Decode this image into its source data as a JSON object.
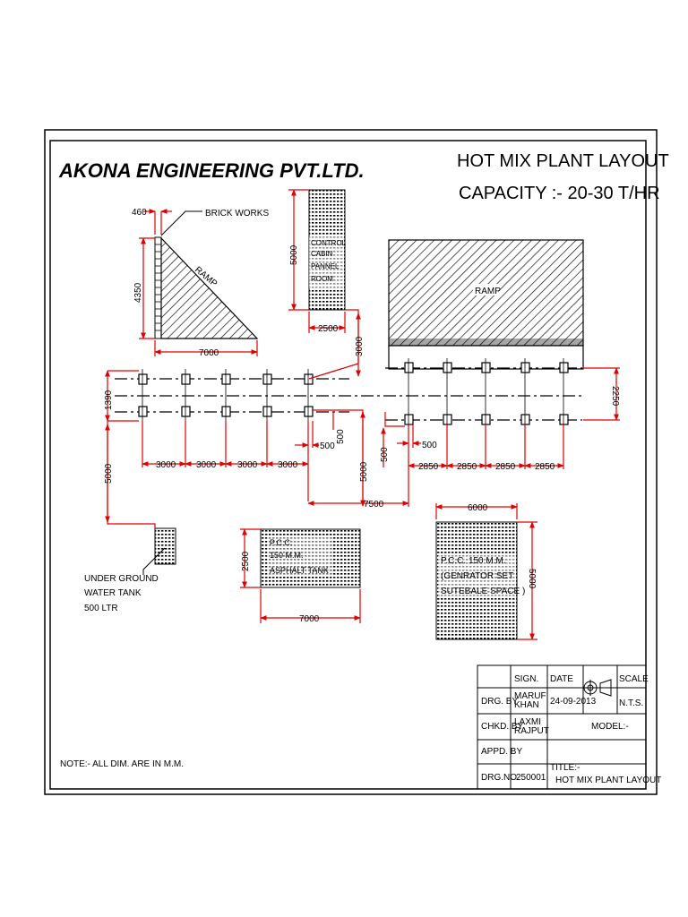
{
  "company": "AKONA ENGINEERING PVT.LTD.",
  "drawing_title": "HOT MIX PLANT LAYOUT",
  "capacity": "CAPACITY :-  20-30 T/HR",
  "labels": {
    "brick_works": "BRICK WORKS",
    "ramp_small": "RAMP",
    "ramp_large": "RAMP",
    "control_cabin": [
      "CONTROL",
      "CABIN",
      "PANNEL",
      "ROOM"
    ],
    "asphalt": [
      "P.C.C.",
      "150 M.M.",
      "ASPHALT TANK"
    ],
    "genset": [
      "P.C.C. 150 M.M.",
      "(GENRATOR SET",
      "SUTEBALE SPACE )"
    ],
    "water_tank": [
      "UNDER GROUND",
      "WATER TANK",
      "500  LTR"
    ],
    "note": "NOTE:-   ALL DIM.  ARE IN M.M."
  },
  "dimensions": {
    "d460": "460",
    "d4350": "4350",
    "d7000_ramp": "7000",
    "d5000_cabin": "5000",
    "d2500_cabin": "2500",
    "d3000_vert": "3000",
    "d1390": "1390",
    "d2250": "2250",
    "d3000_a": "3000",
    "d3000_b": "3000",
    "d3000_c": "3000",
    "d3000_d": "3000",
    "d500_left": "500",
    "d500_vert_left": "500",
    "d5000_mid": "5000",
    "d500_right": "500",
    "d500_vert_right": "500",
    "d2850_a": "2850",
    "d2850_b": "2850",
    "d2850_c": "2850",
    "d2850_d": "2850",
    "d7500": "7500",
    "d5000_left": "5000",
    "d6000": "6000",
    "d5000_gen": "5000",
    "d2500_asph": "2500",
    "d7000_asph": "7000"
  },
  "title_block": {
    "sign_header": "SIGN.",
    "date_header": "DATE",
    "scale_header": "SCALE",
    "scale_value": "N.T.S.",
    "drg_by_label": "DRG. BY",
    "drg_by_name": [
      "MARUF",
      "KHAN"
    ],
    "drg_date": "24-09-2013",
    "chkd_by_label": "CHKD. BY",
    "chkd_by_name": [
      "LAXMI",
      "RAJPUT"
    ],
    "model_label": "MODEL:-",
    "appd_by_label": "APPD. BY",
    "drg_no_label": "DRG.NO.",
    "drg_no_value": "250001",
    "title_label": "TITLE:-",
    "title_value": "HOT MIX PLANT LAYOUT"
  },
  "colors": {
    "dimension": "#e00000",
    "line": "#000000"
  }
}
